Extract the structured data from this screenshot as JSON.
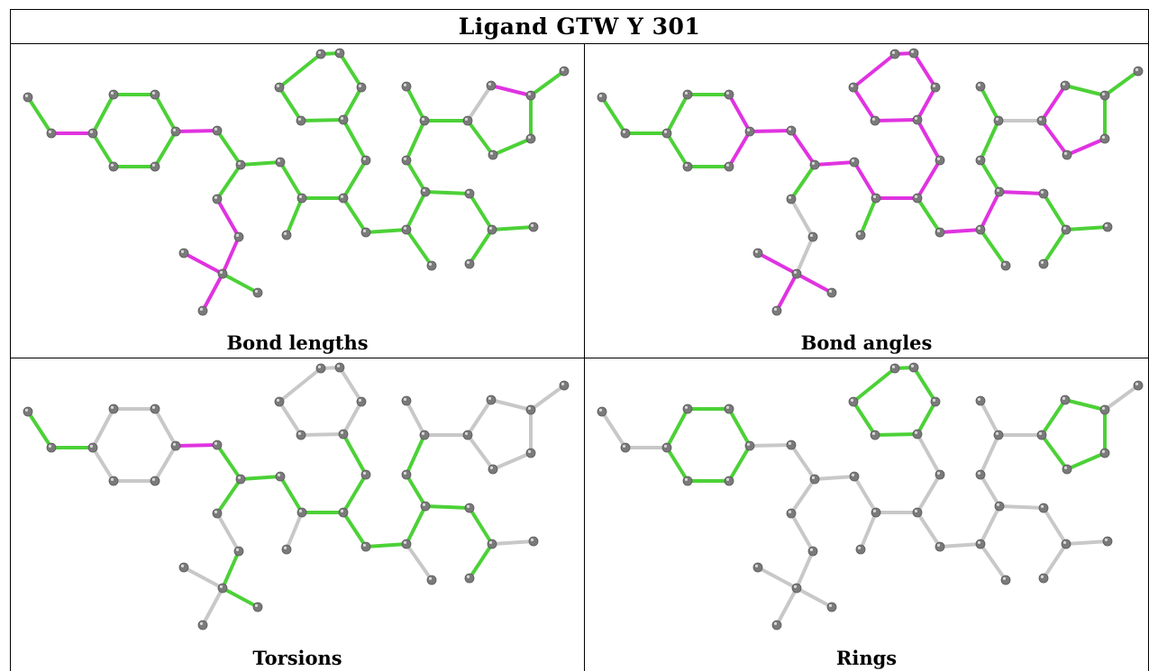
{
  "title": "Ligand GTW Y 301",
  "panels": [
    {
      "caption": "Bond lengths"
    },
    {
      "caption": "Bond angles"
    },
    {
      "caption": "Torsions"
    },
    {
      "caption": "Rings"
    }
  ],
  "colors": {
    "ok": "#4cd137",
    "outlier": "#e033e0",
    "neutral": "#c8c8c8",
    "atom": "#7a7a7a",
    "atom_highlight": "#a8a8a8",
    "border": "#000000"
  }
}
